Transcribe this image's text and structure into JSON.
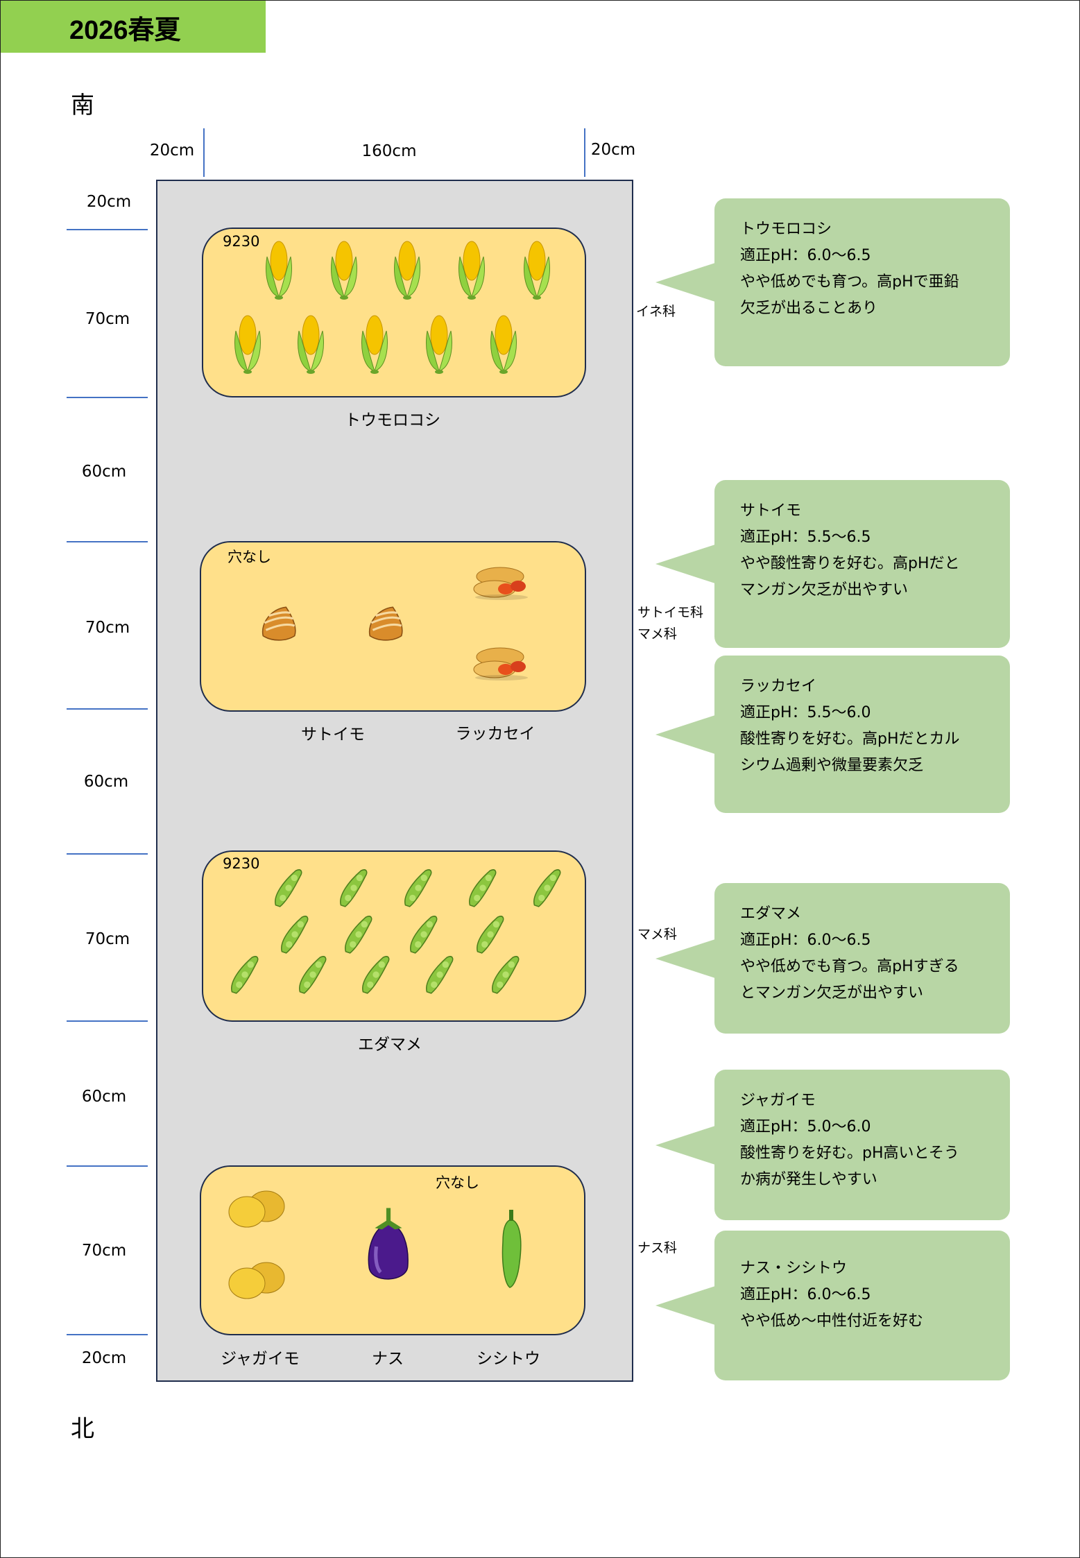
{
  "title": "2026春夏",
  "directions": {
    "south": "南",
    "north": "北"
  },
  "top_dims": [
    "20cm",
    "160cm",
    "20cm"
  ],
  "left_dims": [
    "20cm",
    "70cm",
    "60cm",
    "70cm",
    "60cm",
    "70cm",
    "60cm",
    "70cm",
    "20cm"
  ],
  "beds": [
    {
      "note": "9230",
      "crops": [
        "トウモロコシ"
      ]
    },
    {
      "note": "穴なし",
      "crops": [
        "サトイモ",
        "ラッカセイ"
      ]
    },
    {
      "note": "9230",
      "crops": [
        "エダマメ"
      ]
    },
    {
      "note": "穴なし",
      "crops": [
        "ジャガイモ",
        "ナス",
        "シシトウ"
      ]
    }
  ],
  "families": [
    "イネ科",
    "サトイモ科",
    "マメ科",
    "マメ科",
    "ナス科"
  ],
  "callouts": [
    {
      "name": "トウモロコシ",
      "ph": "適正pH：6.0〜6.5",
      "note1": "やや低めでも育つ。高pHで亜鉛",
      "note2": "欠乏が出ることあり"
    },
    {
      "name": "サトイモ",
      "ph": "適正pH：5.5〜6.5",
      "note1": "やや酸性寄りを好む。高pHだと",
      "note2": "マンガン欠乏が出やすい"
    },
    {
      "name": "ラッカセイ",
      "ph": "適正pH：5.5〜6.0",
      "note1": "酸性寄りを好む。高pHだとカル",
      "note2": "シウム過剰や微量要素欠乏"
    },
    {
      "name": "エダマメ",
      "ph": "適正pH：6.0〜6.5",
      "note1": "やや低めでも育つ。高pHすぎる",
      "note2": "とマンガン欠乏が出やすい"
    },
    {
      "name": "ジャガイモ",
      "ph": "適正pH：5.0〜6.0",
      "note1": "酸性寄りを好む。pH高いとそう",
      "note2": "か病が発生しやすい"
    },
    {
      "name": "ナス・シシトウ",
      "ph": "適正pH：6.0〜6.5",
      "note1": "やや低め〜中性付近を好む",
      "note2": ""
    }
  ],
  "colors": {
    "title_bg": "#92d050",
    "garden_bg": "#dcdcdc",
    "bed_bg": "#ffe08a",
    "callout_bg": "#b8d6a5",
    "dim_line": "#4472c4",
    "border": "#1f2d4d"
  }
}
